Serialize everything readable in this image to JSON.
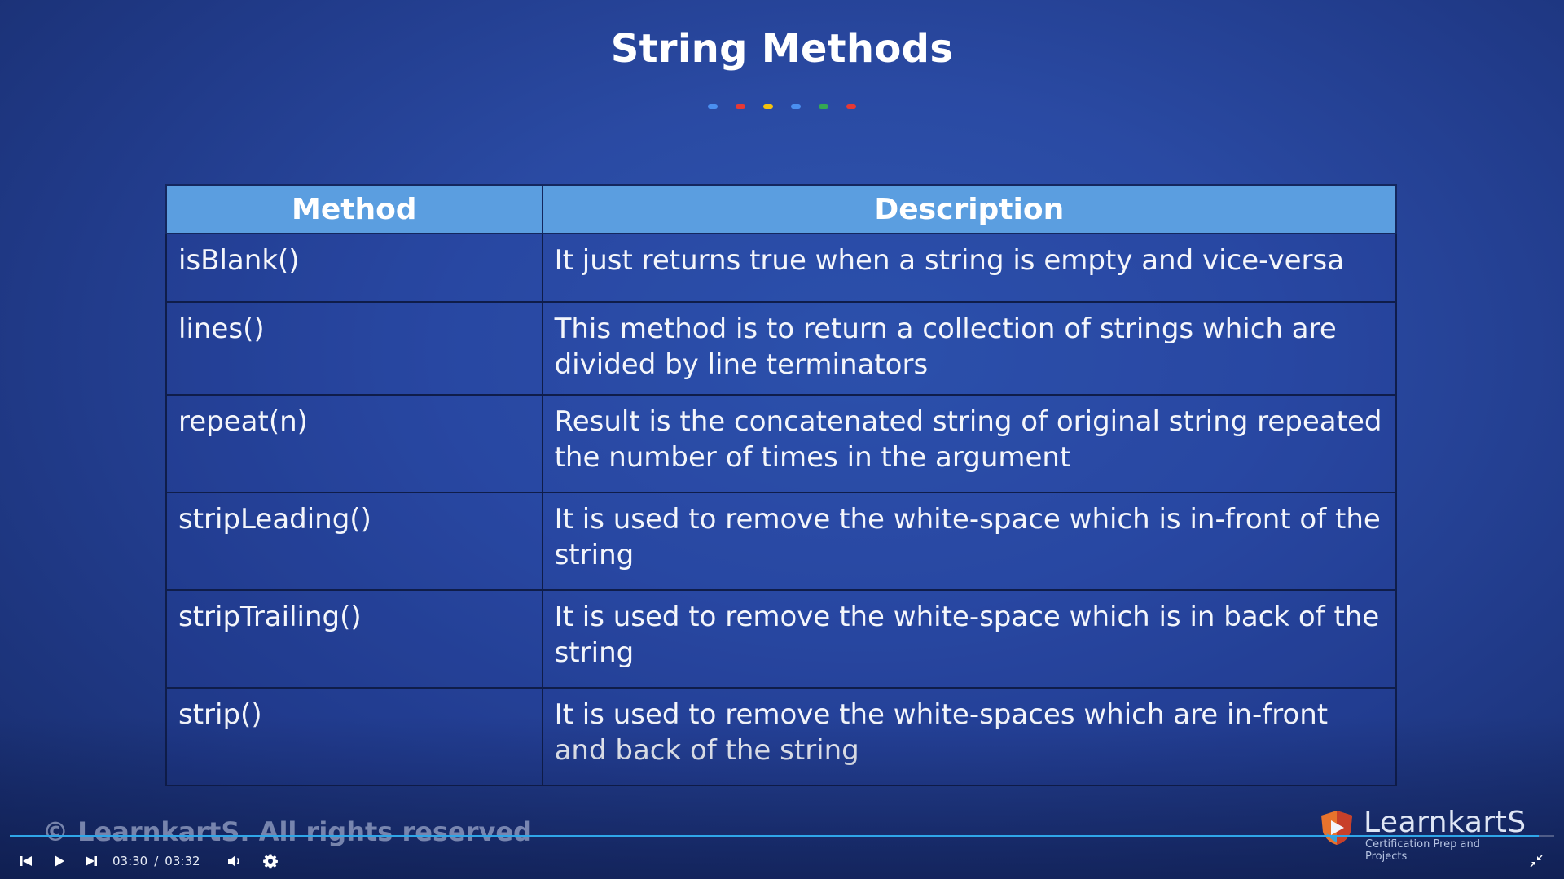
{
  "slide": {
    "title": "String Methods",
    "dot_colors": [
      "#4a8ff0",
      "#e53935",
      "#f4c20d",
      "#4a8ff0",
      "#34a853",
      "#e53935"
    ]
  },
  "table": {
    "headers": {
      "method": "Method",
      "description": "Description"
    },
    "rows": [
      {
        "method": "isBlank()",
        "description": "It just returns true when a string is empty and vice-versa"
      },
      {
        "method": "lines()",
        "description": "This method is to return a collection of strings which are divided by line terminators"
      },
      {
        "method": "repeat(n)",
        "description": "Result is the concatenated string of original string repeated the number of times in the argument"
      },
      {
        "method": "stripLeading()",
        "description": "It is used to remove the white-space which is in-front of the string"
      },
      {
        "method": "stripTrailing()",
        "description": "It is used to remove the white-space which is in back of the string"
      },
      {
        "method": "strip()",
        "description": "It is used to remove the white-spaces which are in-front and back of the string"
      }
    ]
  },
  "footer": {
    "copyright": "© LearnkartS. All rights reserved",
    "brand_name": "LearnkartS",
    "brand_tagline": "Certification Prep and Projects"
  },
  "player": {
    "current_time": "03:30",
    "separator": "/",
    "duration": "03:32",
    "progress": 0.99,
    "accent": "#2fa6e8",
    "icons": [
      "skip-back-icon",
      "play-icon",
      "skip-forward-icon",
      "volume-icon",
      "settings-gear-icon",
      "exit-fullscreen-icon"
    ]
  }
}
